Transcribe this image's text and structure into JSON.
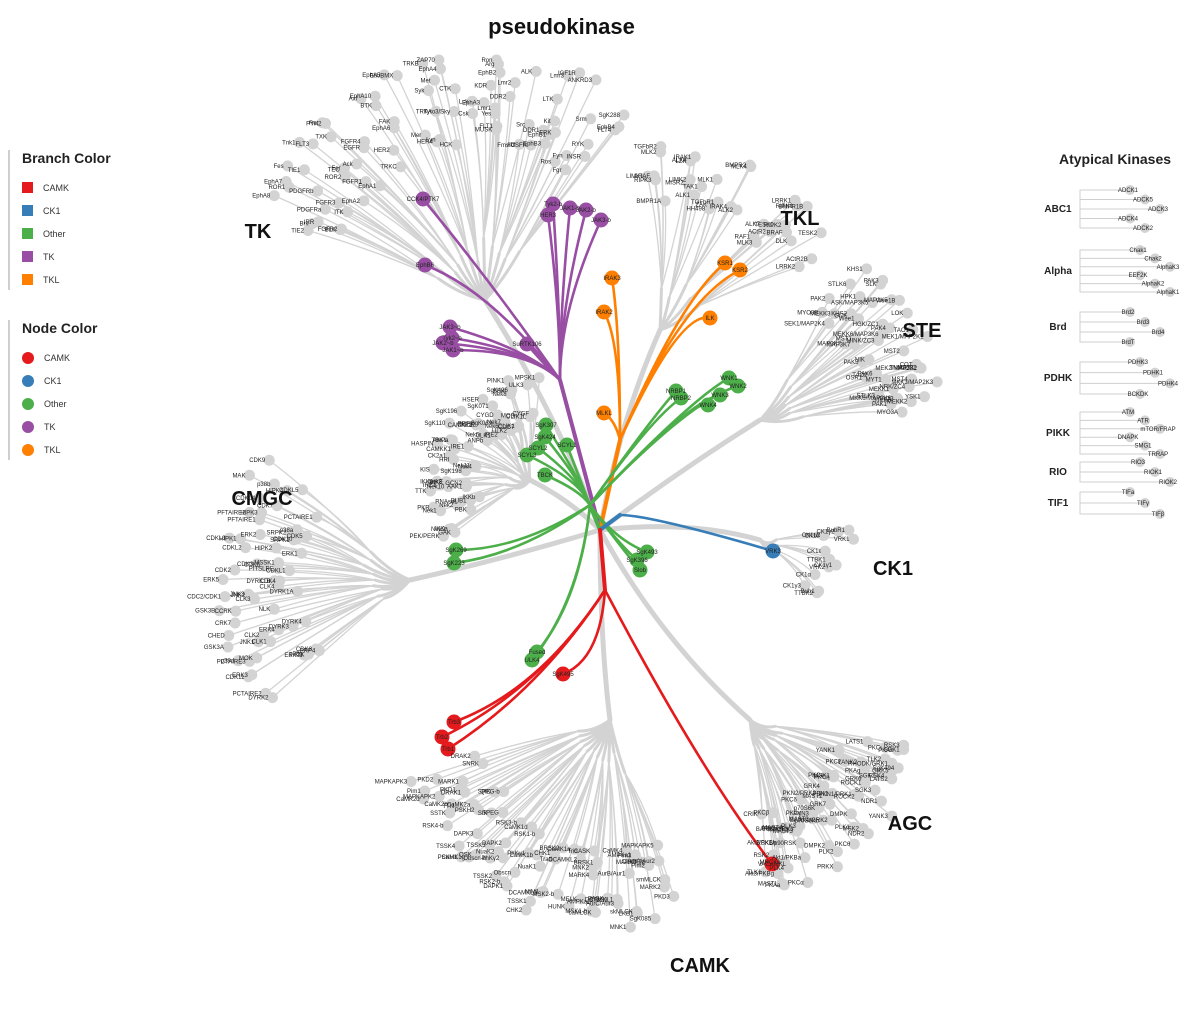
{
  "title": "pseudokinase",
  "colors": {
    "CAMK": "#e41a1c",
    "CK1": "#377eb8",
    "Other": "#4daf4a",
    "TK": "#984ea3",
    "TKL": "#ff7f00",
    "grey": "#d3d3d3"
  },
  "legend_branch": {
    "title": "Branch Color",
    "items": [
      {
        "label": "CAMK",
        "color": "#e41a1c"
      },
      {
        "label": "CK1",
        "color": "#377eb8"
      },
      {
        "label": "Other",
        "color": "#4daf4a"
      },
      {
        "label": "TK",
        "color": "#984ea3"
      },
      {
        "label": "TKL",
        "color": "#ff7f00"
      }
    ]
  },
  "legend_node": {
    "title": "Node Color",
    "items": [
      {
        "label": "CAMK",
        "color": "#e41a1c"
      },
      {
        "label": "CK1",
        "color": "#377eb8"
      },
      {
        "label": "Other",
        "color": "#4daf4a"
      },
      {
        "label": "TK",
        "color": "#984ea3"
      },
      {
        "label": "TKL",
        "color": "#ff7f00"
      }
    ]
  },
  "groups": [
    "TK",
    "TKL",
    "STE",
    "CK1",
    "AGC",
    "CAMK",
    "CMGC"
  ],
  "atypical": {
    "title": "Atypical Kinases",
    "families": [
      {
        "name": "ABC1",
        "members": [
          "ADCK1",
          "ADCK5",
          "ADCK3",
          "ADCK4",
          "ADCK2"
        ]
      },
      {
        "name": "Alpha",
        "members": [
          "Chak1",
          "Chak2",
          "AlphaK3",
          "EEF2K",
          "AlphaK2",
          "AlphaK1"
        ]
      },
      {
        "name": "Brd",
        "members": [
          "Brd2",
          "Brd3",
          "Brd4",
          "BrdT"
        ]
      },
      {
        "name": "PDHK",
        "members": [
          "PDHK3",
          "PDHK1",
          "PDHK4",
          "BCKDK"
        ]
      },
      {
        "name": "PIKK",
        "members": [
          "ATM",
          "ATR",
          "mTOR/FRAP",
          "DNAPK",
          "SMG1",
          "TRRAP"
        ]
      },
      {
        "name": "RIO",
        "members": [
          "RIO3",
          "RIOK1",
          "RIOK2"
        ]
      },
      {
        "name": "TIF1",
        "members": [
          "TIFa",
          "TIFγ",
          "TIFβ"
        ]
      }
    ]
  },
  "highlighted": [
    {
      "label": "CCK4/PTK7",
      "color": "TK"
    },
    {
      "label": "Tyk2-b",
      "color": "TK"
    },
    {
      "label": "JAK1-b",
      "color": "TK"
    },
    {
      "label": "JAK2-b",
      "color": "TK"
    },
    {
      "label": "JAK3-b",
      "color": "TK"
    },
    {
      "label": "HER3",
      "color": "TK"
    },
    {
      "label": "EphB6",
      "color": "TK"
    },
    {
      "label": "JAK3~b",
      "color": "TK"
    },
    {
      "label": "Tyk2~b",
      "color": "TK"
    },
    {
      "label": "JAK1~b",
      "color": "TK"
    },
    {
      "label": "JAK2~b",
      "color": "TK"
    },
    {
      "label": "SuRTK106",
      "color": "TK"
    },
    {
      "label": "KSR1",
      "color": "TKL"
    },
    {
      "label": "KSR2",
      "color": "TKL"
    },
    {
      "label": "IRAK3",
      "color": "TKL"
    },
    {
      "label": "IRAK2",
      "color": "TKL"
    },
    {
      "label": "ILK",
      "color": "TKL"
    },
    {
      "label": "MLKL",
      "color": "TKL"
    },
    {
      "label": "WNK1",
      "color": "Other"
    },
    {
      "label": "WNK2",
      "color": "Other"
    },
    {
      "label": "WNK3",
      "color": "Other"
    },
    {
      "label": "WNK4",
      "color": "Other"
    },
    {
      "label": "NRBP1",
      "color": "Other"
    },
    {
      "label": "NRBP2",
      "color": "Other"
    },
    {
      "label": "SgK307",
      "color": "Other"
    },
    {
      "label": "SgK424",
      "color": "Other"
    },
    {
      "label": "SCYL2",
      "color": "Other"
    },
    {
      "label": "SCYL1",
      "color": "Other"
    },
    {
      "label": "SCYL3",
      "color": "Other"
    },
    {
      "label": "TBCK",
      "color": "Other"
    },
    {
      "label": "SgK269",
      "color": "Other"
    },
    {
      "label": "SgK223",
      "color": "Other"
    },
    {
      "label": "SgK493",
      "color": "Other"
    },
    {
      "label": "SgK396",
      "color": "Other"
    },
    {
      "label": "Slob",
      "color": "Other"
    },
    {
      "label": "Fused",
      "color": "Other"
    },
    {
      "label": "ULK4",
      "color": "Other"
    },
    {
      "label": "VRK3",
      "color": "CK1"
    },
    {
      "label": "SgK495",
      "color": "CAMK"
    },
    {
      "label": "Trb3",
      "color": "CAMK"
    },
    {
      "label": "Trb2",
      "color": "CAMK"
    },
    {
      "label": "Trb1",
      "color": "CAMK"
    },
    {
      "label": "VACAMKL",
      "color": "CAMK"
    }
  ],
  "kinases": {
    "TK": [
      "FGFR2",
      "FGFR3",
      "FGFR1",
      "FGFR4",
      "TRKC",
      "TRKB",
      "TRKA",
      "MUSK",
      "DDR2",
      "DDR1",
      "IGF1R",
      "INSR",
      "IRR",
      "ROR1",
      "ROR2",
      "Ret",
      "Axl",
      "Mer",
      "Tyro3/Sky",
      "KDR",
      "FLT1",
      "Fms/CSFR",
      "Kit",
      "FLT4",
      "PDGFRa",
      "PDGFRb",
      "FLT3",
      "EGFR",
      "HER2",
      "HER4",
      "Met",
      "Ron",
      "ALK",
      "LTK",
      "Ros",
      "RYK",
      "TIE2",
      "TIE1",
      "Tnk1",
      "Ack",
      "EphA6",
      "EphA5",
      "EphA4",
      "EphA3",
      "EphB2",
      "EphB1",
      "EphB3",
      "EphB4",
      "EphA8",
      "EphA7",
      "EphA2",
      "EphA1",
      "EphA10",
      "Lyn",
      "HCK",
      "Lck",
      "Yes",
      "Src",
      "Fyn",
      "Fgr",
      "BLK",
      "ITK",
      "TEC",
      "TXK",
      "BTK",
      "Etk/BMX",
      "CTK",
      "Csk",
      "Arg",
      "Abl",
      "FRK",
      "Srm",
      "Brk",
      "Fes",
      "Fer",
      "PYK2",
      "FAK",
      "Syk",
      "ZAP70",
      "Lmr1",
      "Lmr2",
      "Lmr3",
      "ANKRD3",
      "SgK288"
    ],
    "TKL": [
      "MLK2",
      "MLK1",
      "MLK4",
      "MLK3",
      "DLK",
      "LZK",
      "ALK4",
      "TGFbR1",
      "ALK7",
      "BMPR1B",
      "BMPR1A",
      "ALK1",
      "ALK2",
      "ACtR2",
      "ACtR2B",
      "TGFbR2",
      "MISR2",
      "BMPR2",
      "RAF1",
      "BRAF",
      "ARAF",
      "TAK1",
      "HH498",
      "TESK1",
      "TESK2",
      "LIMK1",
      "LIMK2",
      "ZAK",
      "RIPK1",
      "RIPK2",
      "RIPK3",
      "IRAK1",
      "IRAK4",
      "LRRK1",
      "LRRK2"
    ],
    "STE": [
      "KHS1",
      "KHS2",
      "MST1",
      "MST2",
      "MST3",
      "MST4",
      "YSK1",
      "HPK1",
      "GCK",
      "HGK/ZC1",
      "MINK/ZC3",
      "TNIK/ZC2",
      "NRK/ZC4",
      "MYO3A",
      "MYO3B",
      "SLK",
      "LOK",
      "TAO1",
      "TAO2",
      "TAO3",
      "PAK1",
      "PAK2",
      "PAK3",
      "PAK4",
      "PAK5",
      "PAK6",
      "MEKK1",
      "MEKK2",
      "MEKK3",
      "ASK/MAP3K5",
      "MAP3K7",
      "MEKK6/MAP3K6",
      "OSR1",
      "STLK3",
      "STLK5",
      "STLK6",
      "MAP2K5",
      "MAP2K7",
      "MEK1/MAP2K1",
      "MEK2/MAP2K2",
      "MKK3/MAP2K3",
      "MKK6/MAP2K6",
      "SEK1/MAP2K4",
      "Wee1",
      "Wee1B",
      "NIK",
      "COT",
      "MYT1"
    ],
    "CK1": [
      "CK1γ2",
      "CK1γ1",
      "CK1γ3",
      "CK1δ",
      "CK1ε",
      "CK1α",
      "CK1α2",
      "TTBK1",
      "TTBK2",
      "VRK1",
      "VRK2",
      "Bub1",
      "BubR1"
    ],
    "AGC": [
      "RHODK/GRK1",
      "GRK5",
      "GRK6",
      "GRK4",
      "GRK7",
      "BARK1/GRK2",
      "BARK2/GRK3",
      "RSK1/p90RSK",
      "RSK2",
      "RSK3",
      "RSK4",
      "MSK1",
      "MSK2",
      "p70S6K",
      "p70S6Kb",
      "Akt1/PKBa",
      "Akt2/PKBb",
      "Akt3/PKBg",
      "SGK1",
      "SGK2",
      "SGK3",
      "PKN1/PRK1",
      "PKN2/PRK2",
      "PKN3",
      "PRKX",
      "PRKY",
      "PKAa",
      "PKAb",
      "PKAg",
      "PKCη",
      "PKCε",
      "PKCθ",
      "PKCδ",
      "PKCγ",
      "PKCα",
      "PKCβ",
      "PKCι",
      "PKCζ",
      "ROCK1",
      "ROCK2",
      "DMPK",
      "DMPK2",
      "MRCKa",
      "MRCKb",
      "CRIK",
      "LATS1",
      "LATS2",
      "NDR1",
      "NDR2",
      "MAST1",
      "MAST2",
      "MAST3",
      "MAST4",
      "MASTL",
      "YANK1",
      "YANK2",
      "YANK3",
      "PDK1",
      "PLK1",
      "PLK2",
      "PLK3",
      "PLK4",
      "TLK1",
      "TLK2",
      "SgK494"
    ],
    "CAMK": [
      "AurA/Aur2",
      "AurB/Aur1",
      "AurC/Aur3",
      "CASK",
      "CaMK1a",
      "CaMK1b",
      "CaMK1d",
      "CaMK1g",
      "CaMK2a",
      "CaMK2b",
      "CaMK2d",
      "CaMK2g",
      "CaMK4",
      "DCAMKL1",
      "DCAMKL2",
      "DCAMKL3",
      "PhKγ1",
      "PhKγ2",
      "PSKH1",
      "PSKH2",
      "MAPKAPK2",
      "MAPKAPK3",
      "MAPKAPK5",
      "MNK1",
      "MNK2",
      "MSK1-b",
      "MSK2-b",
      "RSK1-b",
      "RSK2-b",
      "RSK3-b",
      "RSK4-b",
      "PKD1",
      "PKD2",
      "PKD3",
      "AMPKa1",
      "AMPKa2",
      "BRSK1",
      "BRSK2",
      "NuaK1",
      "NuaK2",
      "QSK",
      "SIK",
      "QIK",
      "MARK1",
      "MARK2",
      "MARK3",
      "MARK4",
      "MELK",
      "CHK1",
      "CHK2",
      "DAPK1",
      "DAPK2",
      "DAPK3",
      "DRAK1",
      "DRAK2",
      "smMLCK",
      "skMLCK",
      "caMLCK",
      "Trio",
      "Trad",
      "Obscn",
      "Obscn-b",
      "SPEG",
      "SPEG-b",
      "TTN",
      "Pim1",
      "Pim2",
      "Pim3",
      "STK33",
      "HUNK",
      "NIM1",
      "TSSK1",
      "TSSK2",
      "TSSK3",
      "TSSK4",
      "SSTK",
      "SNRK",
      "SgK085",
      "LKB1",
      "PASK"
    ],
    "CMGC": [
      "DYRK2",
      "DYRK3",
      "DYRK4",
      "DYRK1A",
      "DYRK1B",
      "HIPK1",
      "HIPK2",
      "HIPK3",
      "HIPK4",
      "PRP4",
      "CLK1",
      "CLK2",
      "CLK3",
      "CLK4",
      "MSSK1",
      "SRPK1",
      "SRPK2",
      "MAK",
      "ICK",
      "MOK",
      "GSK3A",
      "GSK3B",
      "CDKL1",
      "CDKL2",
      "CDKL3",
      "CDKL4",
      "CDKL5",
      "ERK7",
      "ERK3",
      "ERK4",
      "NLK",
      "ERK5",
      "ERK1",
      "ERK2",
      "p38a",
      "p38b",
      "p38g",
      "p38d",
      "JNK1",
      "JNK2",
      "JNK3",
      "PITSLRE",
      "CDK10",
      "CDK7",
      "CDK9",
      "CDK8",
      "CDK11",
      "CRK7",
      "CCRK",
      "CDK4",
      "CDK6",
      "PFTAIRE1",
      "PFTAIRE2",
      "PCTAIRE1",
      "PCTAIRE2",
      "PCTAIRE3",
      "CHED",
      "CDC2/CDK1",
      "CDK2",
      "CDK3",
      "CDK5"
    ],
    "Other": [
      "PEK/PERK",
      "PKR",
      "GCN2",
      "HRI",
      "IRE1",
      "IRE2",
      "CLIK1",
      "CLIK1L",
      "RNAseL",
      "TTK",
      "KIS",
      "CK2a1",
      "CK2a2",
      "SgK071",
      "CDC7",
      "PINK1",
      "IKKa",
      "IKKb",
      "IKKe",
      "TBK1",
      "SgK110",
      "SgK069",
      "SBK",
      "MPSK1",
      "GAK",
      "AAK1",
      "BIKE",
      "CAMKK1",
      "CAMKK2",
      "ULK1",
      "ULK2",
      "ULK3",
      "Nek1",
      "Nek2",
      "Nek3",
      "Nek4",
      "Nek5",
      "Nek6",
      "Nek7",
      "Nek8",
      "Nek9",
      "Nek10",
      "Nek11",
      "HASPIN",
      "PRPK",
      "SgK196",
      "SgK496",
      "MOS",
      "PBK",
      "IRE1",
      "SgK198",
      "ANPa",
      "ANPb",
      "HSER",
      "CYGD",
      "CYGF",
      "BUB1"
    ]
  }
}
